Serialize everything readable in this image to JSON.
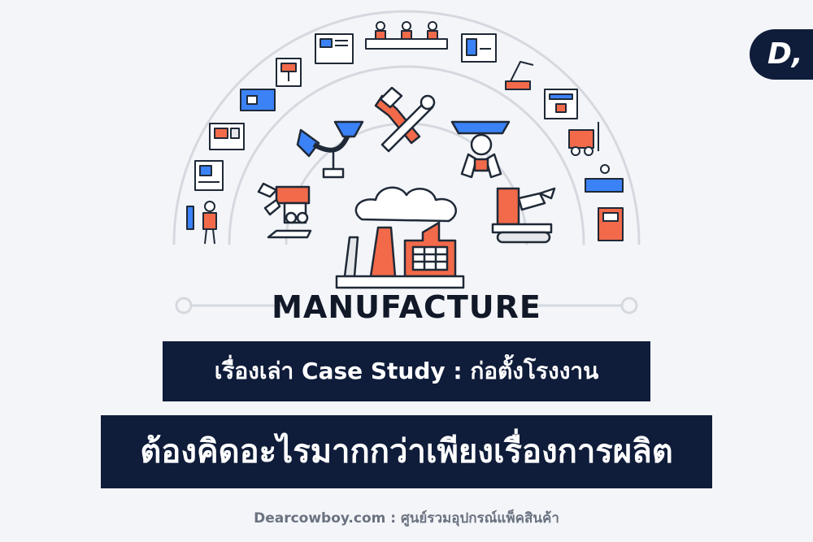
{
  "logo": {
    "text": "D,"
  },
  "headline": "MANUFACTURE",
  "banner_line1": "เรื่องเล่า Case Study : ก่อตั้งโรงงาน",
  "banner_line2": "ต้องคิดอะไรมากกว่าเพียงเรื่องการผลิต",
  "footer": "Dearcowboy.com : ศูนย์รวมอุปกรณ์แพ็คสินค้า",
  "colors": {
    "navy": "#0f1c3a",
    "orange": "#f26a4a",
    "blue": "#3b82f6",
    "arc": "#d5d9df",
    "ink": "#1f2937"
  },
  "icons": {
    "outer": [
      "worker-drill-icon",
      "cnc-panel-icon",
      "cnc-lathe-icon",
      "lathe-machine-icon",
      "drill-press-icon",
      "control-panel-icon",
      "assembly-line-icon",
      "cnc-machine-icon",
      "robot-welder-icon",
      "3d-printer-icon",
      "forklift-icon",
      "worker-desk-icon",
      "control-box-icon"
    ],
    "inner": [
      "robot-claw-icon",
      "robot-arm-lamp-icon",
      "hammer-wrench-icon",
      "robot-gripper-icon",
      "robot-tracked-icon"
    ],
    "center": "factory-icon"
  }
}
